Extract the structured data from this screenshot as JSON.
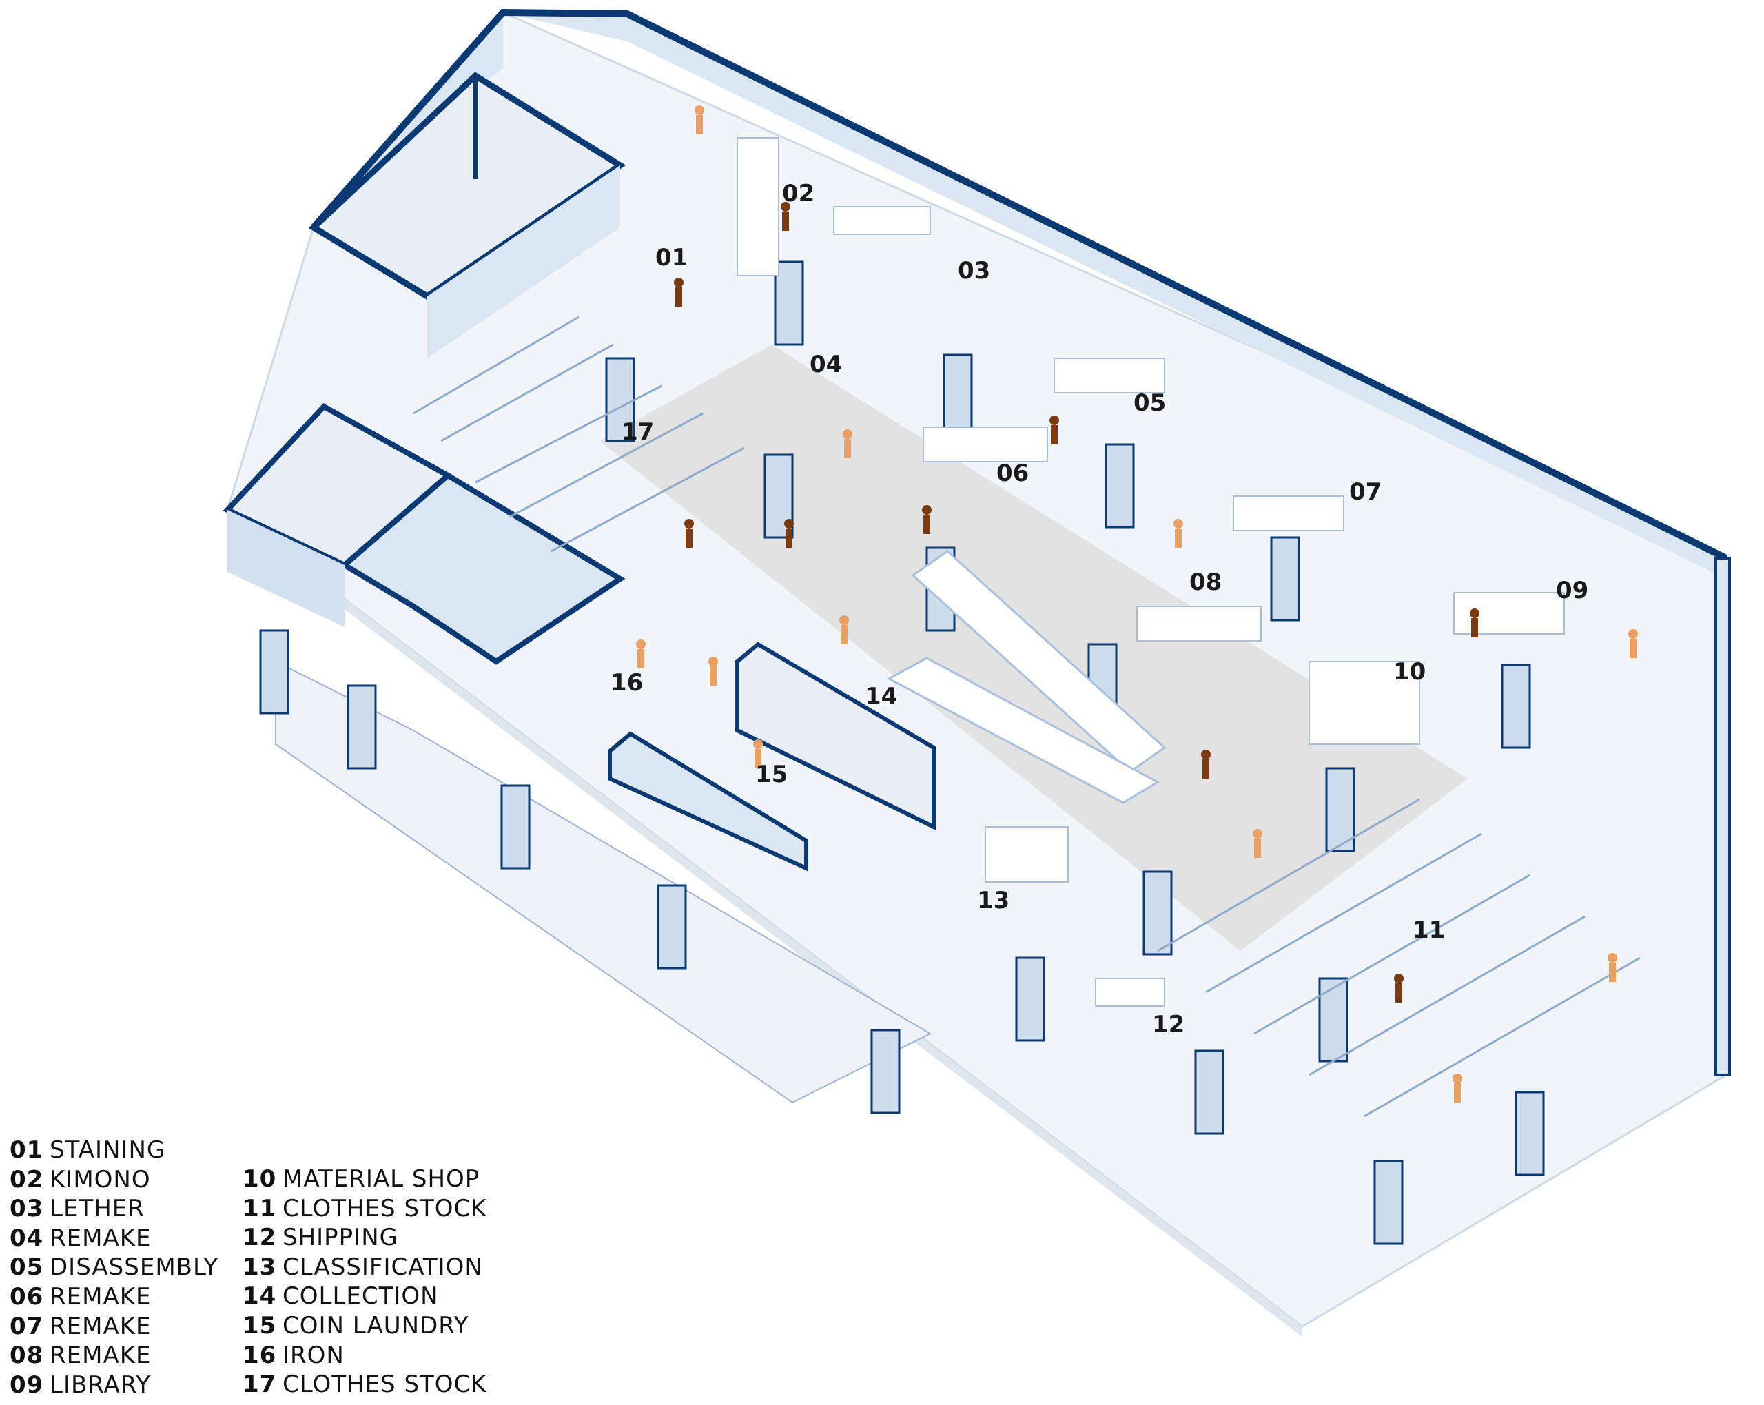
{
  "colors": {
    "wall_outline": "#0b3a73",
    "wall_fill": "#dbe6f3",
    "floor": "#f1f4f8",
    "aisle": "#e2e2e2",
    "fixture": "#ffffff",
    "fixture_line": "#aac0da",
    "person_light": "#e8a064",
    "person_dark": "#7a3a12"
  },
  "zones": [
    {
      "num": "01",
      "label": "STAINING"
    },
    {
      "num": "02",
      "label": "KIMONO"
    },
    {
      "num": "03",
      "label": "LETHER"
    },
    {
      "num": "04",
      "label": "REMAKE"
    },
    {
      "num": "05",
      "label": "DISASSEMBLY"
    },
    {
      "num": "06",
      "label": "REMAKE"
    },
    {
      "num": "07",
      "label": "REMAKE"
    },
    {
      "num": "08",
      "label": "REMAKE"
    },
    {
      "num": "09",
      "label": "LIBRARY"
    },
    {
      "num": "10",
      "label": "MATERIAL SHOP"
    },
    {
      "num": "11",
      "label": "CLOTHES STOCK"
    },
    {
      "num": "12",
      "label": "SHIPPING"
    },
    {
      "num": "13",
      "label": "CLASSIFICATION"
    },
    {
      "num": "14",
      "label": "COLLECTION"
    },
    {
      "num": "15",
      "label": "COIN LAUNDRY"
    },
    {
      "num": "16",
      "label": "IRON"
    },
    {
      "num": "17",
      "label": "CLOTHES STOCK"
    }
  ]
}
